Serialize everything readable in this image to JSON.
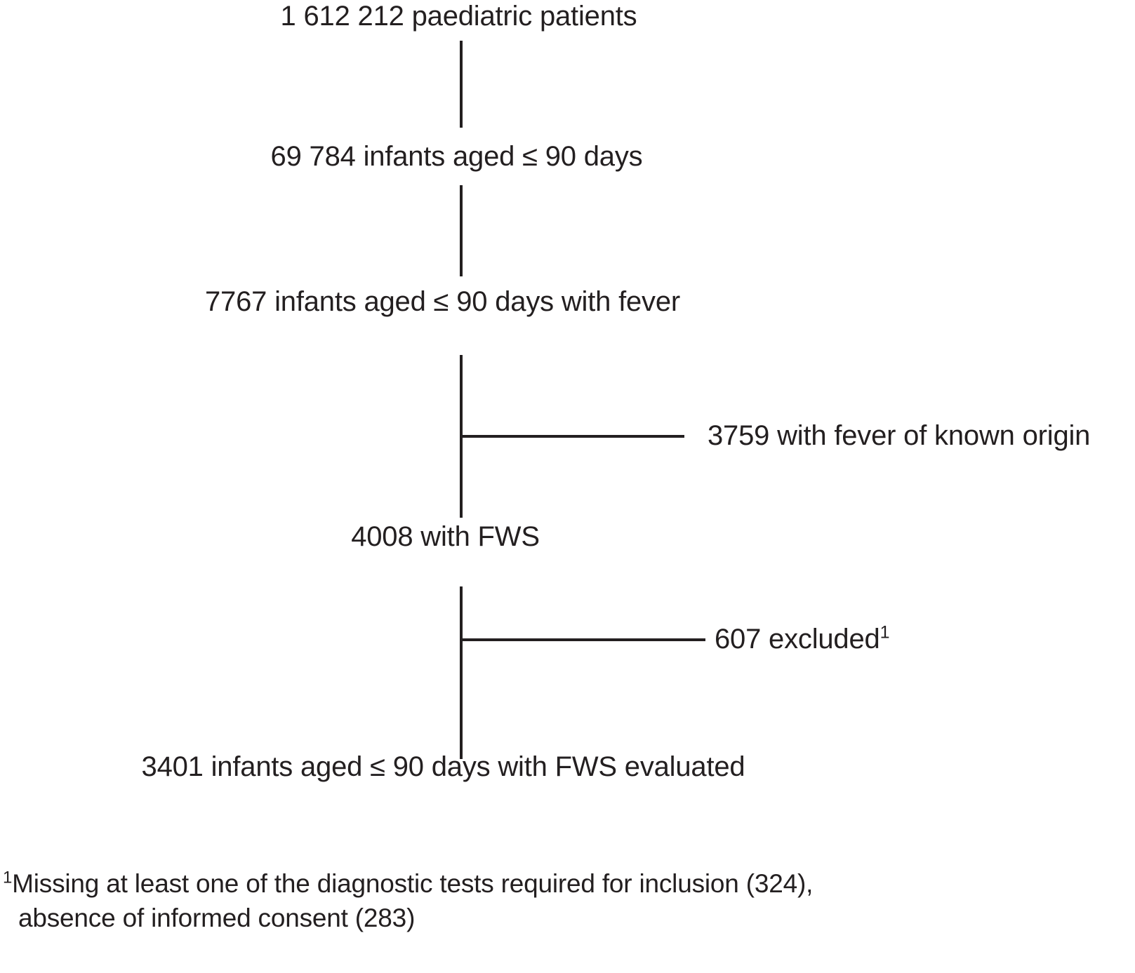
{
  "figure": {
    "type": "flow-diagram",
    "title": "Patient selection flow diagram",
    "line_color": "#231f20",
    "background_color": "#ffffff"
  },
  "nodes": [
    {
      "id": "n1",
      "label": "1 612 212 paediatric patients",
      "count": 1612212
    },
    {
      "id": "n2",
      "label": "69 784 infants aged ≤ 90 days",
      "count": 69784
    },
    {
      "id": "n3",
      "label": "7767 infants aged ≤ 90 days with fever",
      "count": 7767
    },
    {
      "id": "n4",
      "label": "4008 with FWS",
      "count": 4008
    },
    {
      "id": "n5",
      "label": "3401 infants aged ≤ 90 days with FWS evaluated",
      "count": 3401
    }
  ],
  "branches": [
    {
      "id": "b1",
      "label": "3759 with fever of known origin",
      "count": 3759,
      "marker": ""
    },
    {
      "id": "b2",
      "label": "607 excluded",
      "count": 607,
      "marker": "1"
    }
  ],
  "footnote": {
    "marker": "1",
    "line1": "Missing at least one of the diagnostic tests required for inclusion (324),",
    "line2": "absence of informed consent (283)"
  }
}
